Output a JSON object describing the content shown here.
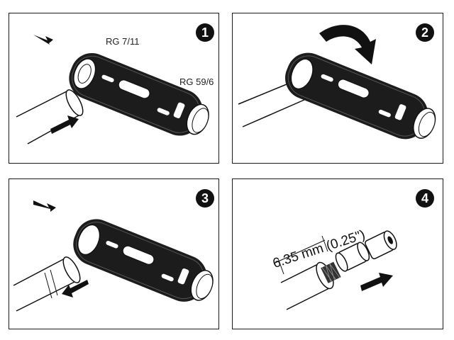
{
  "panels": [
    {
      "step": "1",
      "labels": {
        "top": "RG 7/11",
        "right": "RG 59/6"
      }
    },
    {
      "step": "2"
    },
    {
      "step": "3"
    },
    {
      "step": "4",
      "dimension": "6.35 mm (0.25\")"
    }
  ],
  "colors": {
    "ink": "#111111",
    "body": "#1c1c1c",
    "paper": "#ffffff"
  }
}
